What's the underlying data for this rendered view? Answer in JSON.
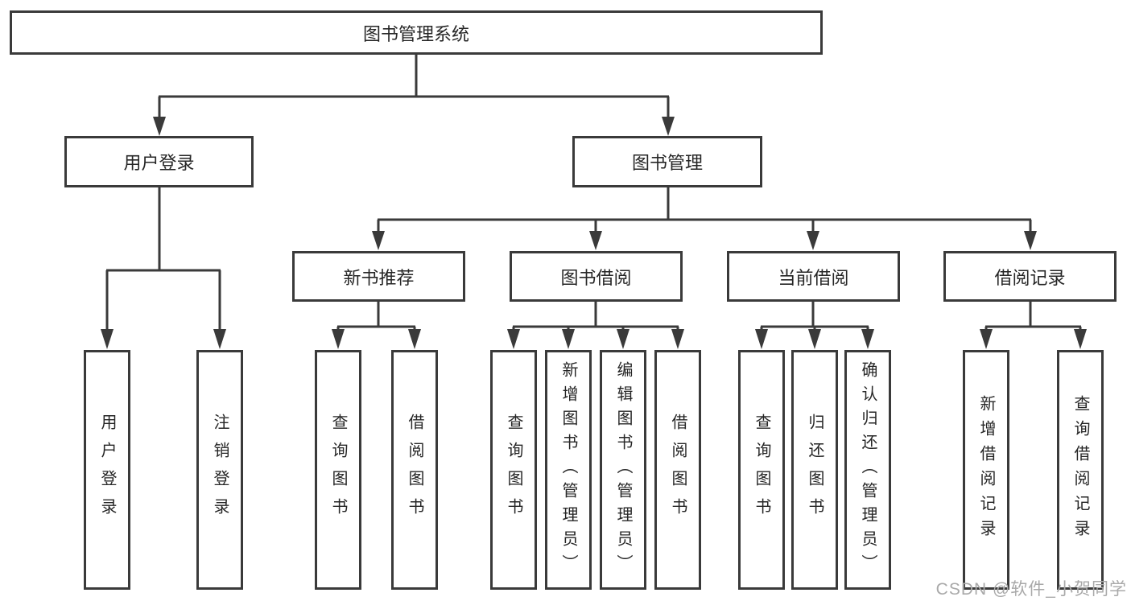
{
  "root": {
    "label": "图书管理系统"
  },
  "login_branch": {
    "label": "用户登录",
    "children": [
      {
        "label": "用户登录"
      },
      {
        "label": "注销登录"
      }
    ]
  },
  "management_branch": {
    "label": "图书管理",
    "modules": [
      {
        "label": "新书推荐",
        "children": [
          {
            "label": "查询图书"
          },
          {
            "label": "借阅图书"
          }
        ]
      },
      {
        "label": "图书借阅",
        "children": [
          {
            "label": "查询图书"
          },
          {
            "label": "新增图书（管理员）"
          },
          {
            "label": "编辑图书（管理员）"
          },
          {
            "label": "借阅图书"
          }
        ]
      },
      {
        "label": "当前借阅",
        "children": [
          {
            "label": "查询图书"
          },
          {
            "label": "归还图书"
          },
          {
            "label": "确认归还（管理员）"
          }
        ]
      },
      {
        "label": "借阅记录",
        "children": [
          {
            "label": "新增借阅记录"
          },
          {
            "label": "查询借阅记录"
          }
        ]
      }
    ]
  },
  "watermark": "CSDN @软件_小贺同学",
  "colors": {
    "line": "#3a3a3a",
    "text": "#262626",
    "box_background": "#ffffff",
    "page_background": "#ffffff",
    "watermark": "#a9a9a9"
  }
}
